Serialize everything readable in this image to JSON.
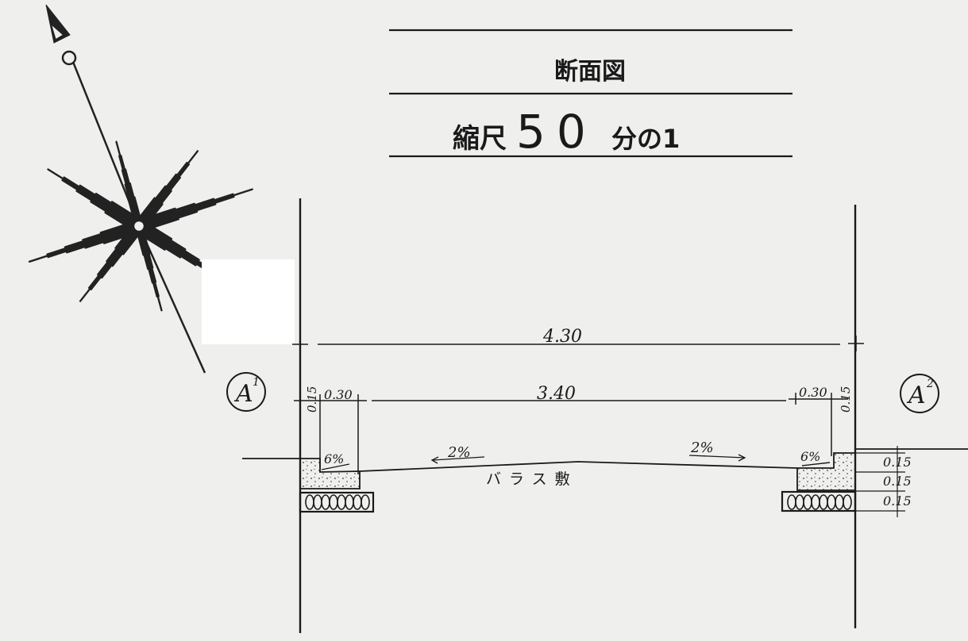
{
  "title": {
    "heading": "断面図",
    "scale_prefix": "縮尺",
    "scale_number": "50",
    "scale_suffix": "分の1"
  },
  "markers": {
    "left": {
      "letter": "A",
      "index": "1"
    },
    "right": {
      "letter": "A",
      "index": "2"
    }
  },
  "dimensions": {
    "overall_width": "4.30",
    "inner_width": "3.40",
    "left_gap": "0.15",
    "left_curb": "0.30",
    "right_curb": "0.30",
    "right_gap": "0.15",
    "layer_1": "0.15",
    "layer_2": "0.15",
    "layer_3": "0.15"
  },
  "slopes": {
    "left_curb": "6%",
    "left_road": "2%",
    "right_road": "2%",
    "right_curb": "6%"
  },
  "surface": {
    "material": "バラス敷"
  },
  "colors": {
    "paper": "#efefed",
    "ink": "#1a1a1a",
    "mask": "#ffffff"
  }
}
